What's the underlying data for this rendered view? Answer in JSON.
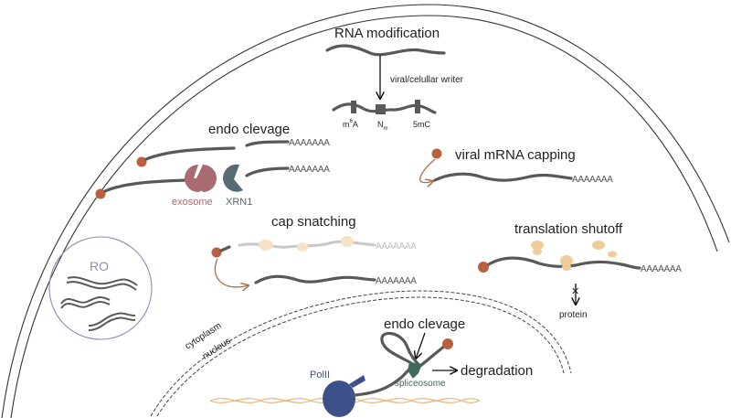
{
  "figure": {
    "type": "schematic",
    "subject": "Viral strategies affecting host and viral RNA in an infected cell"
  },
  "colors": {
    "rna": "#595959",
    "cap": "#b8603f",
    "exosome": "#a86b70",
    "xrn1": "#566b74",
    "ribosome": "#f0cc98",
    "ribosome_faded": "#f7e2c6",
    "polII": "#3c5189",
    "spliceosome": "#3f6a5e",
    "dna": "#e8b57a",
    "ro_circle": "#8a8fb8",
    "cap_arrow": "#a86f4c"
  },
  "labels": {
    "rna_modification": {
      "title": "RNA modification",
      "writer": "viral/celullar writer",
      "marks": [
        "m6A",
        "Nm",
        "5mC"
      ],
      "m6A_base": "m",
      "m6A_sup": "6",
      "m6A_tail": "A",
      "Nm_base": "N",
      "Nm_sub": "m",
      "fivemC": "5mC"
    },
    "endo_cleavage_cyto": {
      "title": "endo clevage",
      "exosome": "exosome",
      "xrn1": "XRN1"
    },
    "viral_capping": {
      "title": "viral mRNA capping"
    },
    "cap_snatching": {
      "title": "cap snatching"
    },
    "translation_shutoff": {
      "title": "translation shutoff",
      "product": "protein",
      "blocked_symbol": "✕"
    },
    "ro": {
      "title": "RO"
    },
    "compartments": {
      "cytoplasm": "cytoplasm",
      "nucleus": "nucleus"
    },
    "nuclear": {
      "endo_title": "endo clevage",
      "polII": "PolII",
      "spliceosome": "spliceosome",
      "degradation": "degradation"
    },
    "polyA": "AAAAAAA"
  }
}
